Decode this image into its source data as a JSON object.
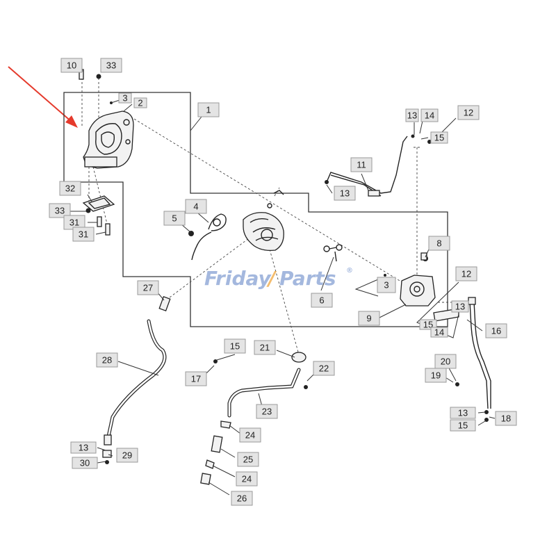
{
  "watermark": {
    "part1": "Friday",
    "part2": "Parts",
    "mark": "®"
  },
  "callouts": [
    {
      "id": "c10",
      "text": "10"
    },
    {
      "id": "c33a",
      "text": "33"
    },
    {
      "id": "c3a",
      "text": "3"
    },
    {
      "id": "c2",
      "text": "2"
    },
    {
      "id": "c1",
      "text": "1"
    },
    {
      "id": "c32",
      "text": "32"
    },
    {
      "id": "c33b",
      "text": "33"
    },
    {
      "id": "c31a",
      "text": "31"
    },
    {
      "id": "c31b",
      "text": "31"
    },
    {
      "id": "c4",
      "text": "4"
    },
    {
      "id": "c5",
      "text": "5"
    },
    {
      "id": "c13a",
      "text": "13"
    },
    {
      "id": "c14a",
      "text": "14"
    },
    {
      "id": "c12a",
      "text": "12"
    },
    {
      "id": "c15a",
      "text": "15"
    },
    {
      "id": "c11",
      "text": "11"
    },
    {
      "id": "c13b",
      "text": "13"
    },
    {
      "id": "c8",
      "text": "8"
    },
    {
      "id": "c6",
      "text": "6"
    },
    {
      "id": "c3b",
      "text": "3"
    },
    {
      "id": "c9",
      "text": "9"
    },
    {
      "id": "c12b",
      "text": "12"
    },
    {
      "id": "c13c",
      "text": "13"
    },
    {
      "id": "c15b",
      "text": "15"
    },
    {
      "id": "c14b",
      "text": "14"
    },
    {
      "id": "c16",
      "text": "16"
    },
    {
      "id": "c27",
      "text": "27"
    },
    {
      "id": "c28",
      "text": "28"
    },
    {
      "id": "c15c",
      "text": "15"
    },
    {
      "id": "c17",
      "text": "17"
    },
    {
      "id": "c21",
      "text": "21"
    },
    {
      "id": "c22",
      "text": "22"
    },
    {
      "id": "c23",
      "text": "23"
    },
    {
      "id": "c20",
      "text": "20"
    },
    {
      "id": "c19",
      "text": "19"
    },
    {
      "id": "c13d",
      "text": "13"
    },
    {
      "id": "c18",
      "text": "18"
    },
    {
      "id": "c15d",
      "text": "15"
    },
    {
      "id": "c24a",
      "text": "24"
    },
    {
      "id": "c25",
      "text": "25"
    },
    {
      "id": "c24b",
      "text": "24"
    },
    {
      "id": "c26",
      "text": "26"
    },
    {
      "id": "c13e",
      "text": "13"
    },
    {
      "id": "c29",
      "text": "29"
    },
    {
      "id": "c30",
      "text": "30"
    }
  ],
  "colors": {
    "arrow": "#e53a2c",
    "label_fill": "#e4e4e4",
    "line": "#333333"
  }
}
